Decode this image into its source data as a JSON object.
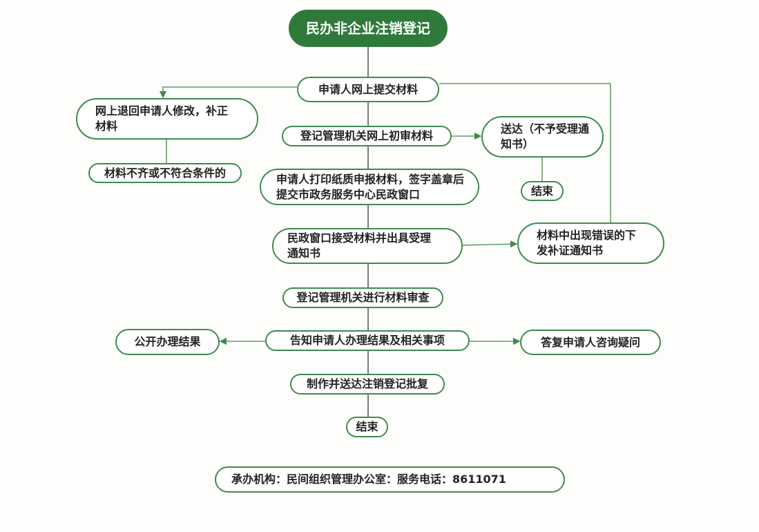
{
  "title": "民办非企业注销登记",
  "nodes": {
    "submit_online": "申请人网上提交材料",
    "return_online": "网上退回申请人修改，补正材料",
    "incomplete": "材料不齐或不符合条件的",
    "preliminary_review": "登记管理机关网上初审材料",
    "deliver_rejection": "送达（不予受理通知书）",
    "end_right": "结束",
    "print_submit": "申请人打印纸质申报材料，签字盖章后提交市政务服务中心民政窗口",
    "window_accept": "民政窗口接受材料并出具受理通知书",
    "error_notice": "材料中出现错误的下发补证通知书",
    "material_review": "登记管理机关进行材料审查",
    "inform_result": "告知申请人办理结果及相关事项",
    "publish_result": "公开办理结果",
    "answer_questions": "答复申请人咨询疑问",
    "make_deliver": "制作并送达注销登记批复",
    "end_main": "结束"
  },
  "footer": "承办机构：民间组织管理办公室：服务电话：8611071",
  "colors": {
    "accent": "#2f7a3b",
    "border": "#3f8a4c"
  }
}
